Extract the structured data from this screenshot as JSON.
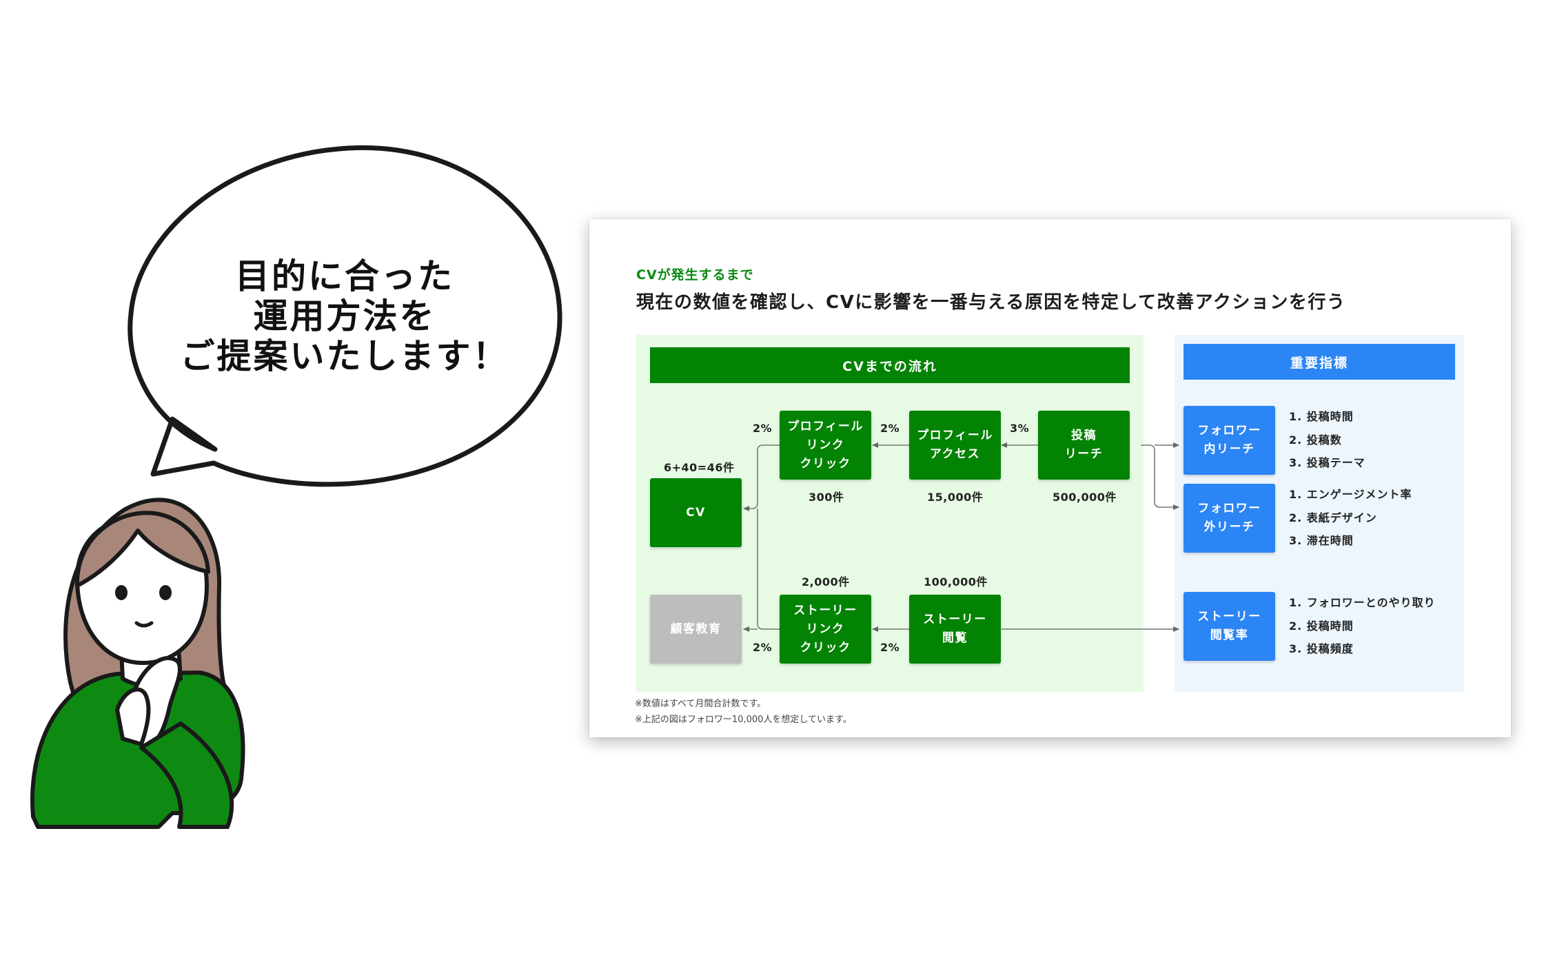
{
  "bubble": {
    "lines": [
      "目的に合った",
      "運用方法を",
      "ご提案いたします！"
    ]
  },
  "slide": {
    "kicker": "CVが発生するまで",
    "headline": "現在の数値を確認し、CVに影響を一番与える原因を特定して改善アクションを行う",
    "flow_title": "CVまでの流れ",
    "kpi_title": "重要指標",
    "boxes": {
      "cv": "CV",
      "education": "顧客教育",
      "profile_click": "プロフィール\nリンク\nクリック",
      "profile_access": "プロフィール\nアクセス",
      "post_reach": "投稿\nリーチ",
      "story_click": "ストーリー\nリンク\nクリック",
      "story_view": "ストーリー\n閲覧",
      "follower_in": "フォロワー\n内リーチ",
      "follower_out": "フォロワー\n外リーチ",
      "story_rate": "ストーリー\n閲覧率"
    },
    "counts": {
      "cv": "6+40=46件",
      "profile_click": "300件",
      "profile_access": "15,000件",
      "post_reach": "500,000件",
      "story_click": "2,000件",
      "story_view": "100,000件"
    },
    "rates": {
      "cv_from_profile": "2%",
      "profile_click_from_access": "2%",
      "access_from_reach": "3%",
      "edu_from_story": "2%",
      "story_click_from_view": "2%"
    },
    "metrics": {
      "follower_in": [
        "1. 投稿時間",
        "2. 投稿数",
        "3. 投稿テーマ"
      ],
      "follower_out": [
        "1. エンゲージメント率",
        "2. 表紙デザイン",
        "3. 滞在時間"
      ],
      "story_rate": [
        "1. フォロワーとのやり取り",
        "2. 投稿時間",
        "3. 投稿頻度"
      ]
    },
    "notes": [
      "※数値はすべて月間合計数です。",
      "※上記の図はフォロワー10,000人を想定しています。"
    ]
  },
  "colors": {
    "flow_green": "#038304",
    "kpi_blue": "#2c85f4",
    "panel_green": "#e7fbe4",
    "panel_blue": "#edf6fd",
    "education_gray": "#bdbdbd",
    "sweater_green": "#0e8a12",
    "hair_brown": "#a8877a"
  }
}
